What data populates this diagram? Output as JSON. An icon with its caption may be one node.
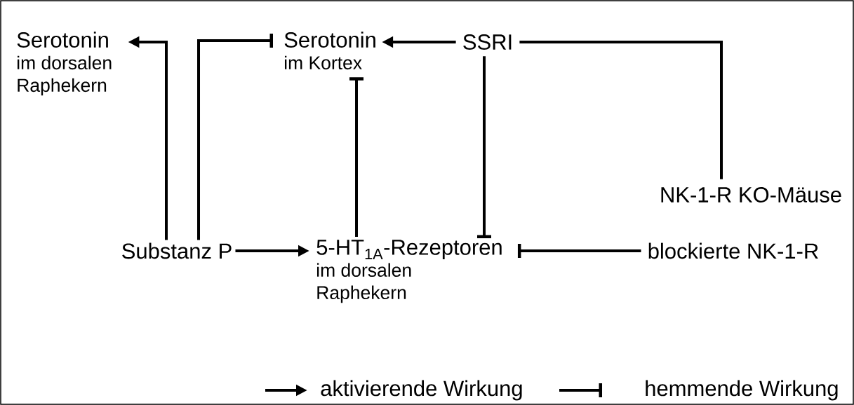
{
  "diagram": {
    "nodes": [
      {
        "text": [
          "Serotonin",
          "im dorsalen Raphekern"
        ]
      },
      {
        "text": [
          "Serotonin",
          "im Kortex"
        ]
      },
      {
        "text": [
          "SSRI"
        ]
      },
      {
        "text": [
          "NK-1-R KO-Mäuse"
        ]
      },
      {
        "text": [
          "Substanz P"
        ]
      },
      {
        "text": [
          "5-HT$_{1A}$-Rezeptoren",
          "im dorsalen Raphekern"
        ]
      },
      {
        "text": [
          "blockierte NK-1-R"
        ]
      }
    ],
    "edges": [
      {
        "from": 4,
        "to": 0,
        "arrow": "to"
      },
      {
        "from": 4,
        "to": 1,
        "arrow": "other"
      },
      {
        "from": 4,
        "to": 5,
        "arrow": "to"
      },
      {
        "from": 5,
        "to": 1,
        "arrow": "other"
      },
      {
        "from": 2,
        "to": 1,
        "arrow": "to"
      },
      {
        "from": 2,
        "to": 5,
        "arrow": "other"
      },
      {
        "from": 2,
        "to": 3,
        "arrow": "none"
      },
      {
        "from": 6,
        "to": 5,
        "arrow": "other"
      }
    ],
    "legend": [
      {
        "text": "aktivierende Wirkung"
      },
      {
        "text": "hemmende Wirkung"
      }
    ]
  }
}
